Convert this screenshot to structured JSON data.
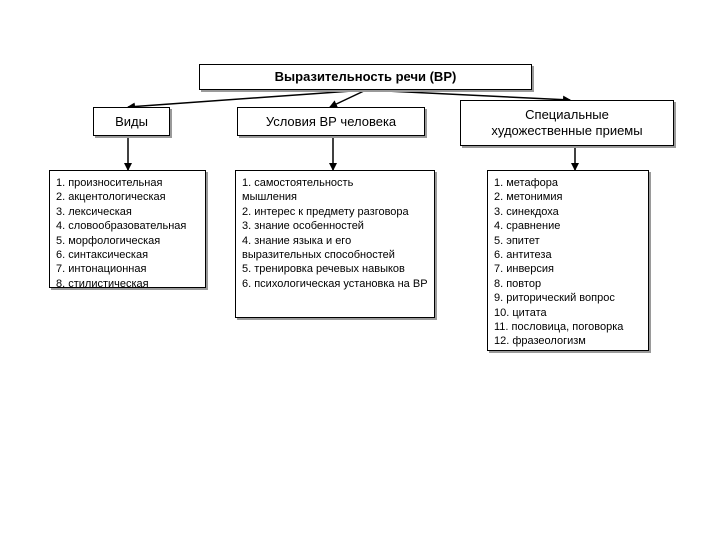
{
  "root": {
    "title": "Выразительность речи (ВР)"
  },
  "categories": [
    {
      "title": "Виды",
      "items": [
        "1. произносительная",
        "2. акцентологическая",
        "3. лексическая",
        "4. словообразовательная",
        "5. морфологическая",
        "6. синтаксическая",
        "7. интонационная",
        "8. стилистическая"
      ]
    },
    {
      "title": "Условия ВР человека",
      "items": [
        "1. самостоятельность мышления",
        "2. интерес к предмету разговора",
        "3. знание особенностей",
        "4. знание языка и его выразительных способностей",
        "5. тренировка речевых навыков",
        "6. психологическая установка на ВР"
      ]
    },
    {
      "title": "Специальные художественные приемы",
      "items": [
        "1. метафора",
        "2. метонимия",
        "3. синекдоха",
        "4. сравнение",
        "5. эпитет",
        "6. антитеза",
        "7. инверсия",
        "8. повтор",
        "9. риторический вопрос",
        "10. цитата",
        "11. пословица, поговорка",
        "12. фразеологизм"
      ]
    }
  ]
}
